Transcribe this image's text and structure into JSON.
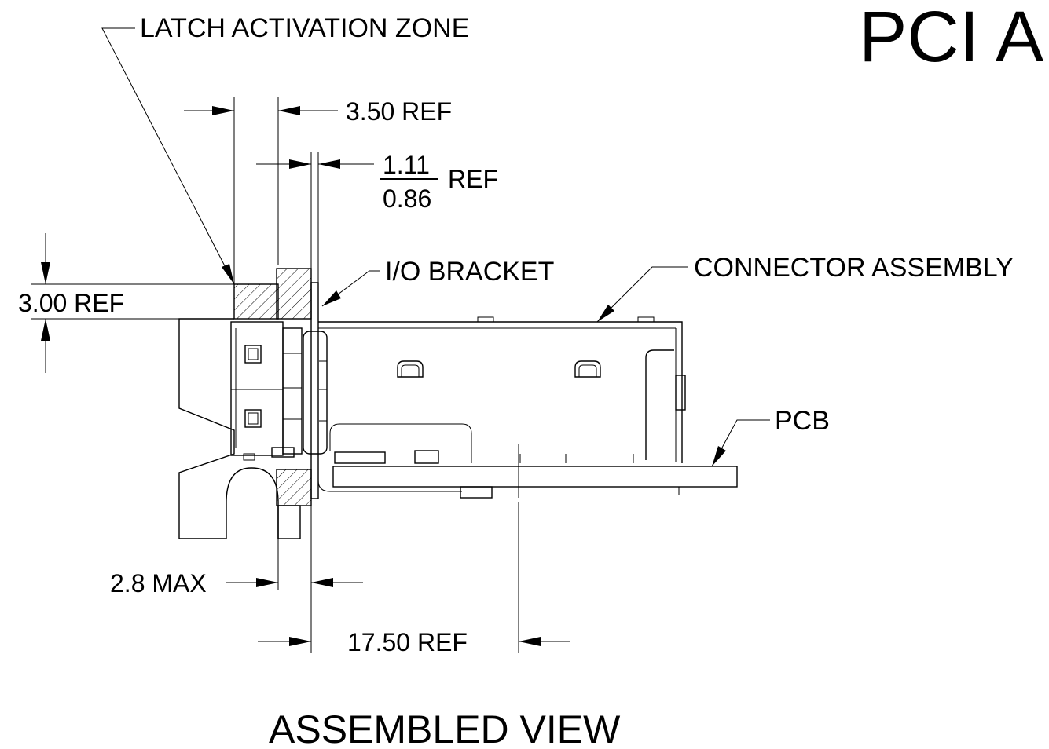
{
  "drawing": {
    "title": "PCI A",
    "view_label": "ASSEMBLED VIEW",
    "callouts": {
      "latch_zone": "LATCH ACTIVATION ZONE",
      "io_bracket": "I/O BRACKET",
      "connector_assembly": "CONNECTOR ASSEMBLY",
      "pcb": "PCB"
    },
    "dimensions": {
      "dim_350": "3.50 REF",
      "dim_111_top": "1.11",
      "dim_111_bottom": "0.86",
      "dim_111_suffix": "REF",
      "dim_300": "3.00 REF",
      "dim_28": "2.8 MAX",
      "dim_1750": "17.50 REF"
    },
    "colors": {
      "line": "#000000",
      "background": "#ffffff"
    }
  }
}
